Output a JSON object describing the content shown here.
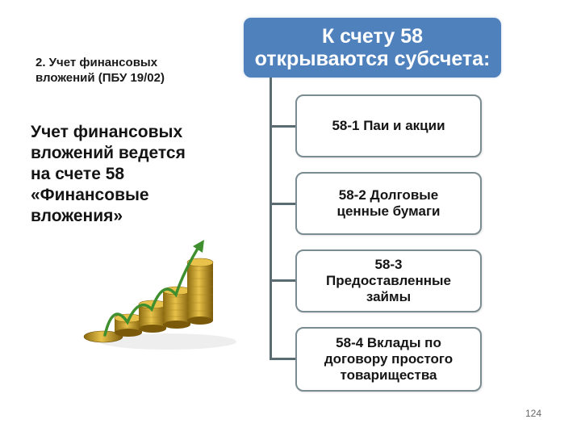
{
  "slide": {
    "subtitle_line1": "2. Учет финансовых",
    "subtitle_line2": "вложений (ПБУ 19/02)",
    "body_lines": [
      "Учет финансовых",
      "вложений ведется",
      "на счете 58",
      "«Финансовые",
      "вложения»"
    ],
    "page_number": "124"
  },
  "diagram": {
    "header_line1": "К счету 58",
    "header_line2": "открываются субсчета:",
    "header_color": "#4f81bd",
    "subaccounts": [
      {
        "lines": [
          "58-1 Паи и акции"
        ]
      },
      {
        "lines": [
          "58-2 Долговые",
          "ценные бумаги"
        ]
      },
      {
        "lines": [
          "58-3",
          "Предоставленные",
          "займы"
        ]
      },
      {
        "lines": [
          "58-4 Вклады по",
          "договору простого",
          "товарищества"
        ]
      }
    ]
  },
  "illustration": {
    "description": "growing-coin-stacks-with-green-arrow"
  }
}
